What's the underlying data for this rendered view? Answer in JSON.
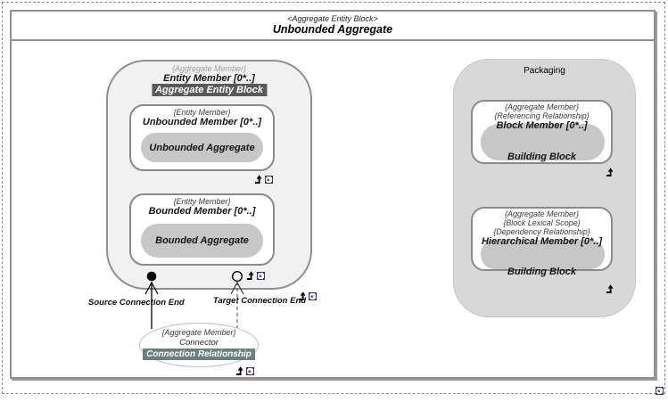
{
  "header": {
    "stereotype": "<Aggregate Entity Block>",
    "title": "Unbounded Aggregate"
  },
  "aggregate_block": {
    "stereotype": "{Aggregate Member}",
    "name": "Entity Member [0*..]",
    "classifier": "Aggregate Entity Block",
    "unbounded": {
      "stereotype": "{Entity Member}",
      "name": "Unbounded Member [0*..]",
      "instance": "Unbounded Aggregate"
    },
    "bounded": {
      "stereotype": "{Entity Member}",
      "name": "Bounded Member [0*..]",
      "instance": "Bounded Aggregate"
    }
  },
  "connection": {
    "source_label": "Source Connection End",
    "target_label": "Target Connection End",
    "stereotype": "{Aggregate Member}",
    "name": "Connector",
    "classifier": "Connection Relationship"
  },
  "packaging": {
    "title": "Packaging",
    "block_member": {
      "stereotype1": "{Aggregate Member}",
      "stereotype2": "{Referencing Relationship}",
      "name": "Block Member [0*..]",
      "classifier": "Building Block"
    },
    "hierarchical_member": {
      "stereotype1": "{Aggregate Member}",
      "stereotype2": "{Block Lexical Scope}",
      "stereotype3": "{Dependency Relationship}",
      "name": "Hierarchical Member [0*..]",
      "classifier": "Building Block"
    }
  },
  "icons": {
    "composite_arrow": "navigate-up-arrow-icon",
    "linked_doc": "linked-diagram-icon"
  },
  "colors": {
    "frame_border": "#919191",
    "container_fill": "#F1F1F1",
    "packaging_fill": "#D8D8D8",
    "pill_fill": "#C7C7C7",
    "classifier_band_bg": "#595959",
    "relationship_band_bg": "#6B7F7F",
    "ellipse_border": "#A9C0CB",
    "icon_red": "#D03030",
    "icon_navy": "#283593"
  }
}
